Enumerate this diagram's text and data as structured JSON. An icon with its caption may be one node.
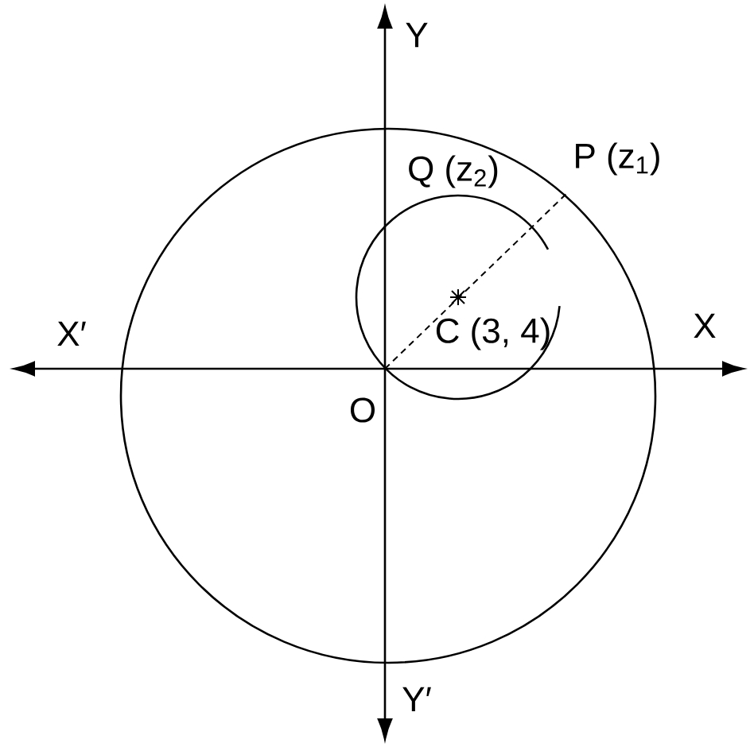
{
  "diagram": {
    "labels": [
      "Y",
      "Q (z$_{2}$)",
      "P (z$_{1}$)",
      "X′",
      "X",
      "C (3, 4)",
      "O",
      "Y′"
    ]
  }
}
